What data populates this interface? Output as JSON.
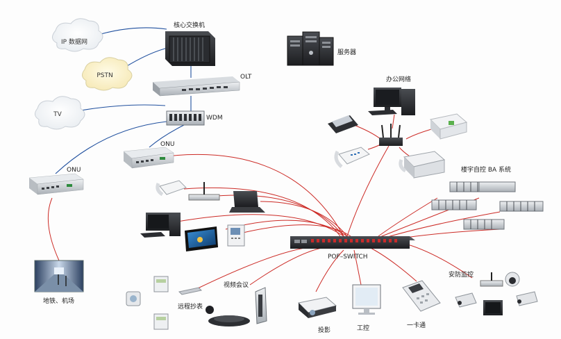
{
  "diagram": {
    "clouds": {
      "ip": "IP 数据网",
      "pstn": "PSTN",
      "tv": "TV"
    },
    "labels": {
      "core_switch": "核心交换机",
      "servers": "服务器",
      "olt": "OLT",
      "wdm": "WDM",
      "onu_top": "ONU",
      "onu_left": "ONU",
      "office_network": "办公网络",
      "building_ba": "楼宇自控 BA 系统",
      "pof_switch": "POF–SWITCH",
      "metro_airport": "地铁、机场",
      "meter_reading": "远程抄表",
      "video_conference": "视频会议",
      "projection": "投影",
      "industrial_control": "工控",
      "one_card": "一卡通",
      "security_monitor": "安防监控"
    },
    "colors": {
      "fiber_blue": "#1f4f9e",
      "pof_red": "#cc2a25",
      "cloud_fill": "#fbf3c8",
      "cloud_stroke": "#d8cfa0",
      "device_gray": "#9aa0a6",
      "device_dark": "#2d2f33"
    }
  }
}
